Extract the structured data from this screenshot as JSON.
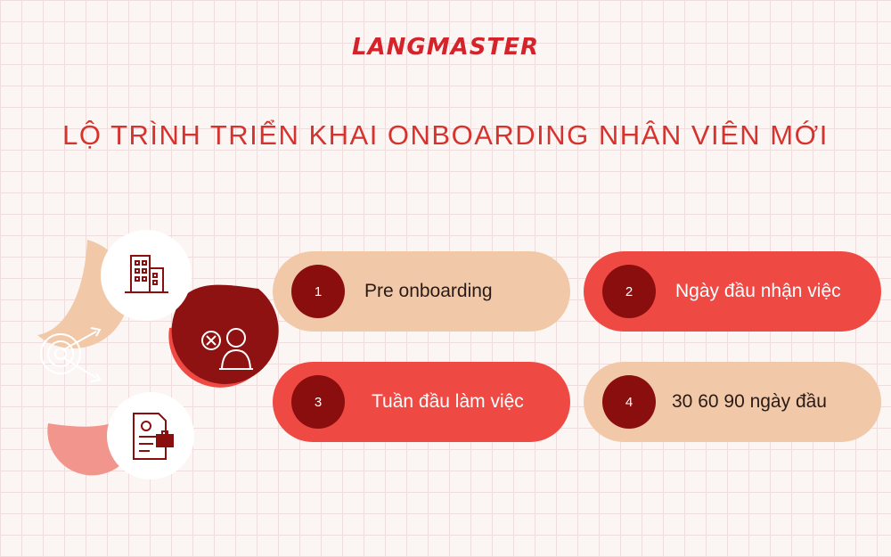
{
  "brand": {
    "logo_text": "LANGMASTER",
    "logo_color": "#d4232a"
  },
  "title": "LỘ TRÌNH TRIỂN KHAI ONBOARDING NHÂN VIÊN MỚI",
  "colors": {
    "dark_red": "#8b0e0e",
    "red": "#ef4944",
    "peach": "#f2c9a8",
    "title_red": "#d7332e"
  },
  "icons": [
    "office-building-icon",
    "target-arrows-icon",
    "employee-reject-icon",
    "document-briefcase-icon"
  ],
  "steps": [
    {
      "number": "1",
      "label": "Pre onboarding",
      "style": "light"
    },
    {
      "number": "2",
      "label": "Ngày đầu nhận việc",
      "style": "red"
    },
    {
      "number": "3",
      "label": "Tuần đầu làm việc",
      "style": "red"
    },
    {
      "number": "4",
      "label": "30 60 90 ngày đầu",
      "style": "light"
    }
  ]
}
